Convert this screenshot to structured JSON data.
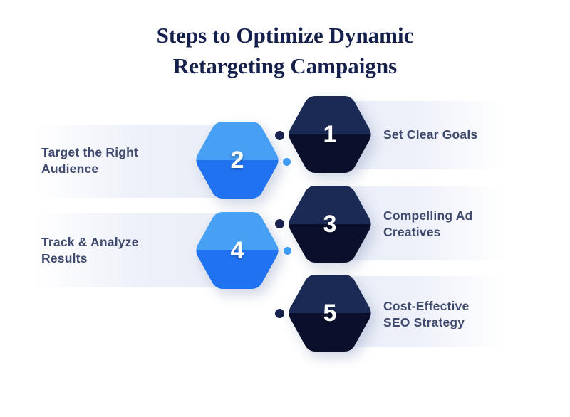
{
  "title": {
    "line1": "Steps to Optimize Dynamic",
    "line2": "Retargeting Campaigns"
  },
  "steps": [
    {
      "number": "1",
      "label": "Set Clear Goals"
    },
    {
      "number": "2",
      "label": "Target the Right Audience"
    },
    {
      "number": "3",
      "label": "Compelling Ad Creatives"
    },
    {
      "number": "4",
      "label": "Track & Analyze Results"
    },
    {
      "number": "5",
      "label": "Cost-Effective SEO Strategy"
    }
  ],
  "colors": {
    "title-color": "#15204d",
    "label-color": "#3f4a6e",
    "navy-top": "#1b2a55",
    "navy-bottom": "#0a102c",
    "blue-top": "#47a0f4",
    "blue-bottom": "#2172f0",
    "band-color": "#e9edf7",
    "dot-navy": "#17214b",
    "dot-blue": "#3d9bf5",
    "number-color": "#ffffff",
    "background": "#ffffff"
  }
}
